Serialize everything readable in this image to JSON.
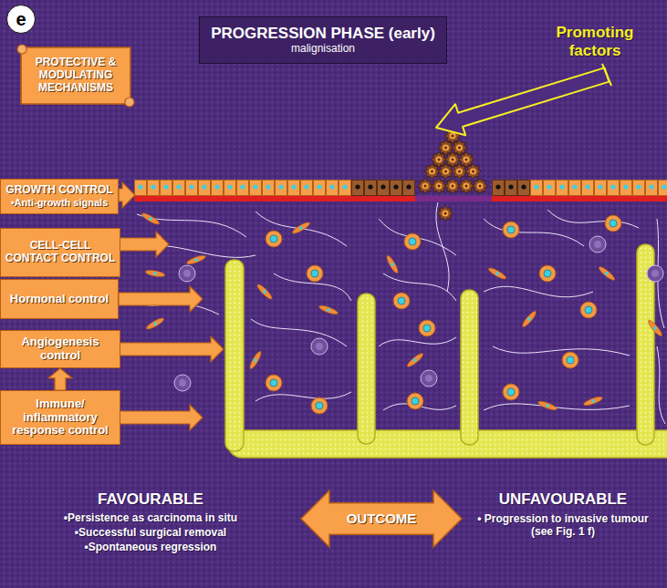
{
  "diagram": {
    "nodes": [
      {
        "text": [
          "e"
        ]
      },
      {
        "text": [
          "PROTECTIVE & MODULATING MECHANISMS"
        ]
      },
      {
        "text": [
          "PROGRESSION PHASE (early)",
          "malignisation"
        ]
      },
      {
        "text": [
          "GROWTH CONTROL",
          "•Anti-growth signals"
        ]
      },
      {
        "text": [
          "CELL-CELL CONTACT CONTROL"
        ]
      },
      {
        "text": [
          "Hormonal control"
        ]
      },
      {
        "text": [
          "Angiogenesis control"
        ]
      },
      {
        "text": [
          "Immune/ inflammatory response control"
        ]
      },
      {
        "text": [
          "OUTCOME"
        ]
      }
    ],
    "edges": [
      {
        "from": 7,
        "to": 6,
        "arrow": "to"
      }
    ],
    "labels": [
      "Promoting factors",
      "FAVOURABLE",
      "•Persistence as carcinoma in situ",
      "•Successful surgical removal",
      "•Spontaneous regression",
      "UNFAVOURABLE",
      "• Progression to invasive tumour (see Fig. 1 f)"
    ]
  }
}
